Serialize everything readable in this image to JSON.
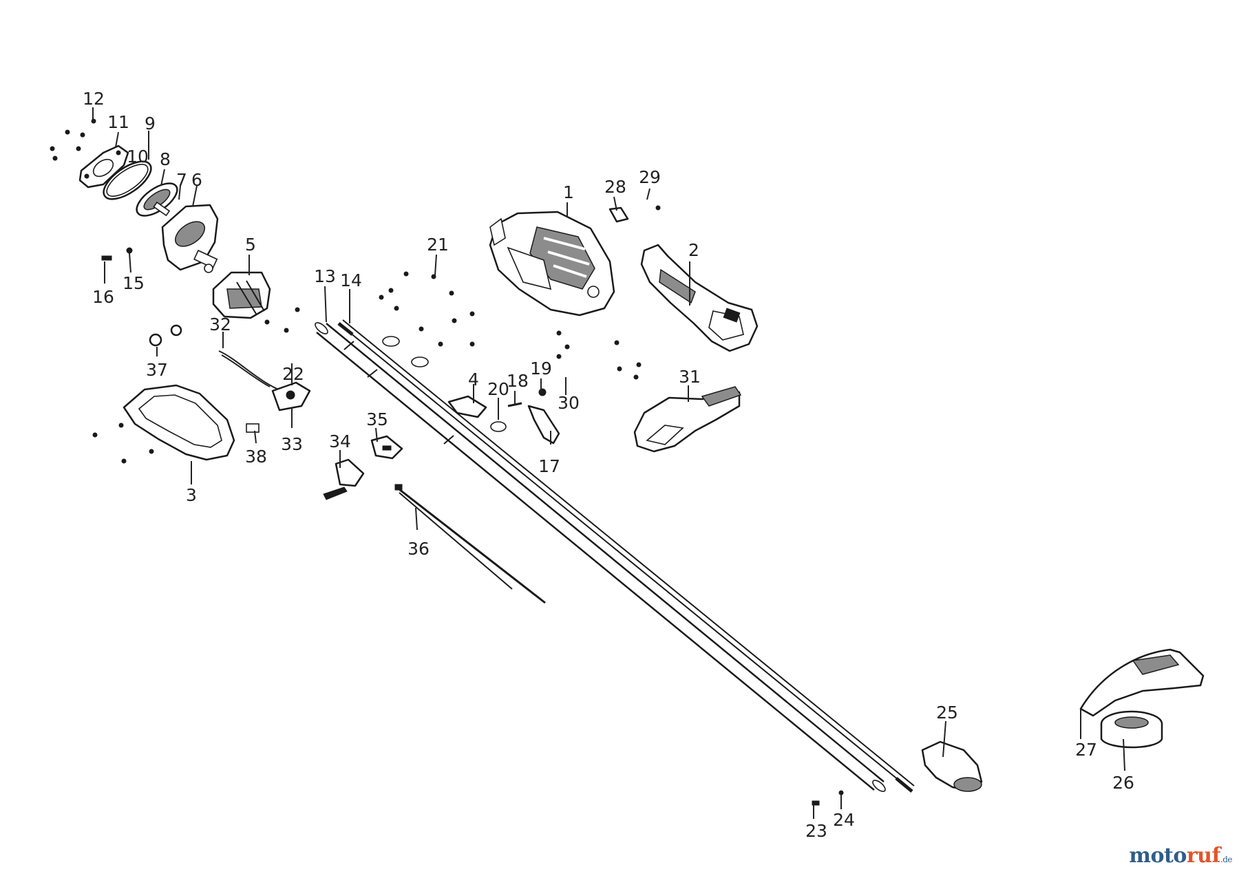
{
  "diagram": {
    "part_numbers": [
      "1",
      "2",
      "3",
      "4",
      "5",
      "6",
      "7",
      "8",
      "9",
      "10",
      "11",
      "12",
      "13",
      "14",
      "15",
      "16",
      "17",
      "18",
      "19",
      "20",
      "21",
      "22",
      "23",
      "24",
      "25",
      "26",
      "27",
      "28",
      "29",
      "30",
      "31",
      "32",
      "33",
      "34",
      "35",
      "36",
      "37",
      "38"
    ]
  },
  "watermark": {
    "brand_part1": "moto",
    "brand_part2": "ruf",
    "tld": ".de"
  },
  "colors": {
    "line": "#1a1a1a",
    "brand_blue": "#2f5d8a",
    "brand_orange": "#e0552a"
  }
}
